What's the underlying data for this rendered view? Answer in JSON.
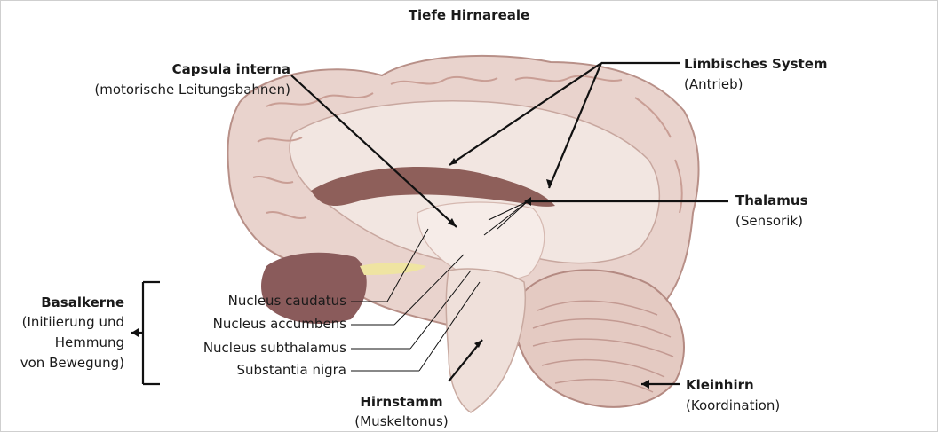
{
  "title": "Tiefe Hirnareale",
  "labels": {
    "capsula": {
      "name": "Capsula interna",
      "desc": "(motorische Leitungsbahnen)"
    },
    "limbisch": {
      "name": "Limbisches System",
      "desc": "(Antrieb)"
    },
    "thalamus": {
      "name": "Thalamus",
      "desc": "(Sensorik)"
    },
    "basalkerne": {
      "name": "Basalkerne",
      "desc": [
        "(Initiierung und",
        "Hemmung",
        "von Bewegung)"
      ]
    },
    "nuclei": [
      "Nucleus caudatus",
      "Nucleus accumbens",
      "Nucleus subthalamus",
      "Substantia nigra"
    ],
    "hirnstamm": {
      "name": "Hirnstamm",
      "desc": "(Muskeltonus)"
    },
    "kleinhirn": {
      "name": "Kleinhirn",
      "desc": "(Koordination)"
    }
  },
  "colors": {
    "cortex": "#e9d3cd",
    "cortex_outline": "#b89088",
    "white_matter": "#f2e6e1",
    "ventricle": "#8e5f5a",
    "cerebellum": "#e4cac2",
    "brainstem": "#efe0da",
    "dark_region": "#8a5b5b",
    "yellow_region": "#efe4a2",
    "line": "#111111"
  }
}
